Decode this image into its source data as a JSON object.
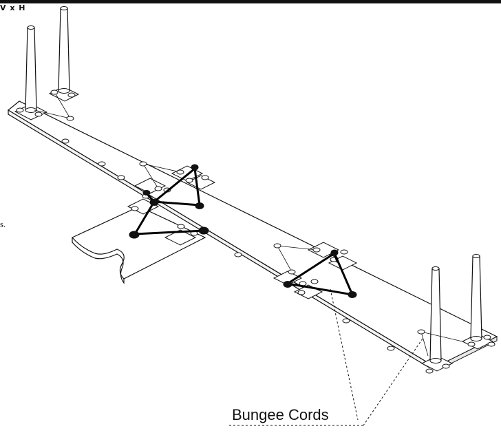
{
  "header": {
    "code_label": "V x H"
  },
  "left_cut_text": "s.",
  "callout": {
    "label": "Bungee Cords"
  },
  "colors": {
    "line": "#111111",
    "fill": "#ffffff",
    "cord": "#000000"
  }
}
